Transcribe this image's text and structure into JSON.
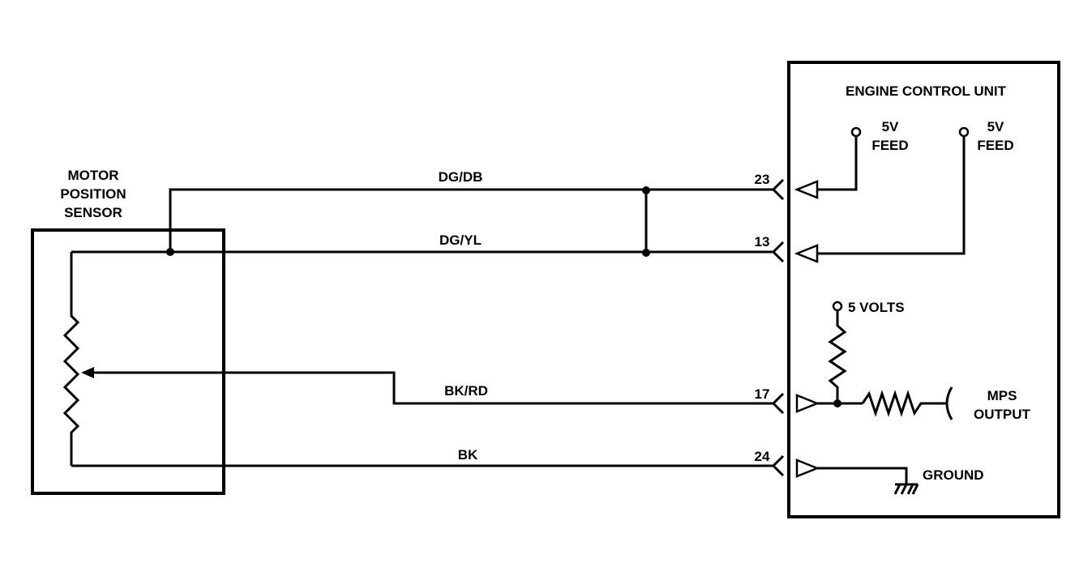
{
  "sensor": {
    "title_lines": [
      "MOTOR",
      "POSITION",
      "SENSOR"
    ]
  },
  "ecu": {
    "title": "ENGINE CONTROL UNIT",
    "feed_1": [
      "5V",
      "FEED"
    ],
    "feed_2": [
      "5V",
      "FEED"
    ],
    "volts_label": "5 VOLTS",
    "mps_output": [
      "MPS",
      "OUTPUT"
    ],
    "ground_label": "GROUND"
  },
  "wires": [
    {
      "color_code": "DG/DB",
      "pin": "23"
    },
    {
      "color_code": "DG/YL",
      "pin": "13"
    },
    {
      "color_code": "BK/RD",
      "pin": "17"
    },
    {
      "color_code": "BK",
      "pin": "24"
    }
  ]
}
